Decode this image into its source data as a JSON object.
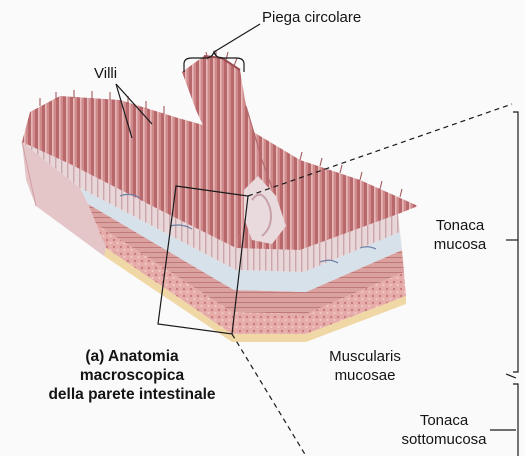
{
  "labels": {
    "fold": "Piega circolare",
    "villi": "Villi",
    "mucosa_l1": "Tonaca",
    "mucosa_l2": "mucosa",
    "mm_l1": "Muscularis",
    "mm_l2": "mucosae",
    "sub_l1": "Tonaca",
    "sub_l2": "sottomucosa"
  },
  "caption": {
    "line1": "(a)  Anatomia",
    "line2": "macroscopica",
    "line3": "della parete intestinale"
  },
  "colors": {
    "villus_pink": "#cf8a8c",
    "villus_dark": "#9a4e52",
    "villus_light": "#e9bcbc",
    "base_light": "#ead8da",
    "base_blue": "#d8e2ea",
    "muscle": "#d79a98",
    "muscle_line": "#b96f70",
    "submucosa": "#e7a9a6",
    "serosa": "#f0d8a6",
    "ink": "#1a1a1a"
  }
}
